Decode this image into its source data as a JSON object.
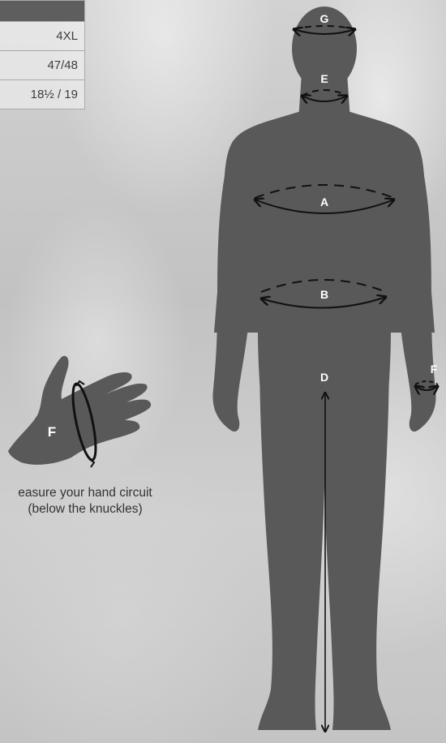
{
  "size_table": {
    "rows": [
      {
        "value": "4XL"
      },
      {
        "value": "47/48"
      },
      {
        "value": "18½ / 19"
      }
    ]
  },
  "figure": {
    "labels": {
      "G": "G",
      "E": "E",
      "A": "A",
      "B": "B",
      "D": "D",
      "F_wrist": "F",
      "F_hand": "F"
    }
  },
  "hand_caption": {
    "line1": "easure your hand circuit",
    "line2": "(below the knuckles)"
  },
  "colors": {
    "silhouette": "#595959",
    "table_header": "#5e5e5e",
    "line": "#111111",
    "label": "#ffffff"
  }
}
